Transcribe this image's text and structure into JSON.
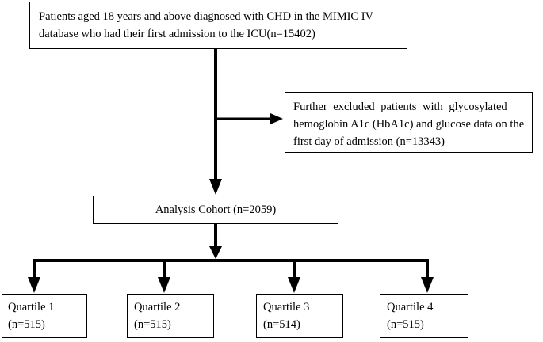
{
  "flow": {
    "top_box": {
      "line1": "Patients aged 18 years and above diagnosed with CHD in the MIMIC IV",
      "line2": "database who had their first admission to the ICU(n=15402)"
    },
    "exclusion_box": {
      "line1": "Further excluded patients with glycosylated",
      "line2": "hemoglobin A1c (HbA1c) and glucose data on the",
      "line3": "first day of admission (n=13343)"
    },
    "cohort_box": {
      "label": "Analysis Cohort (n=2059)"
    },
    "quartiles": [
      {
        "label": "Quartile 1",
        "n": "(n=515)"
      },
      {
        "label": "Quartile 2",
        "n": "(n=515)"
      },
      {
        "label": "Quartile 3",
        "n": "(n=514)"
      },
      {
        "label": "Quartile 4",
        "n": "(n=515)"
      }
    ]
  }
}
